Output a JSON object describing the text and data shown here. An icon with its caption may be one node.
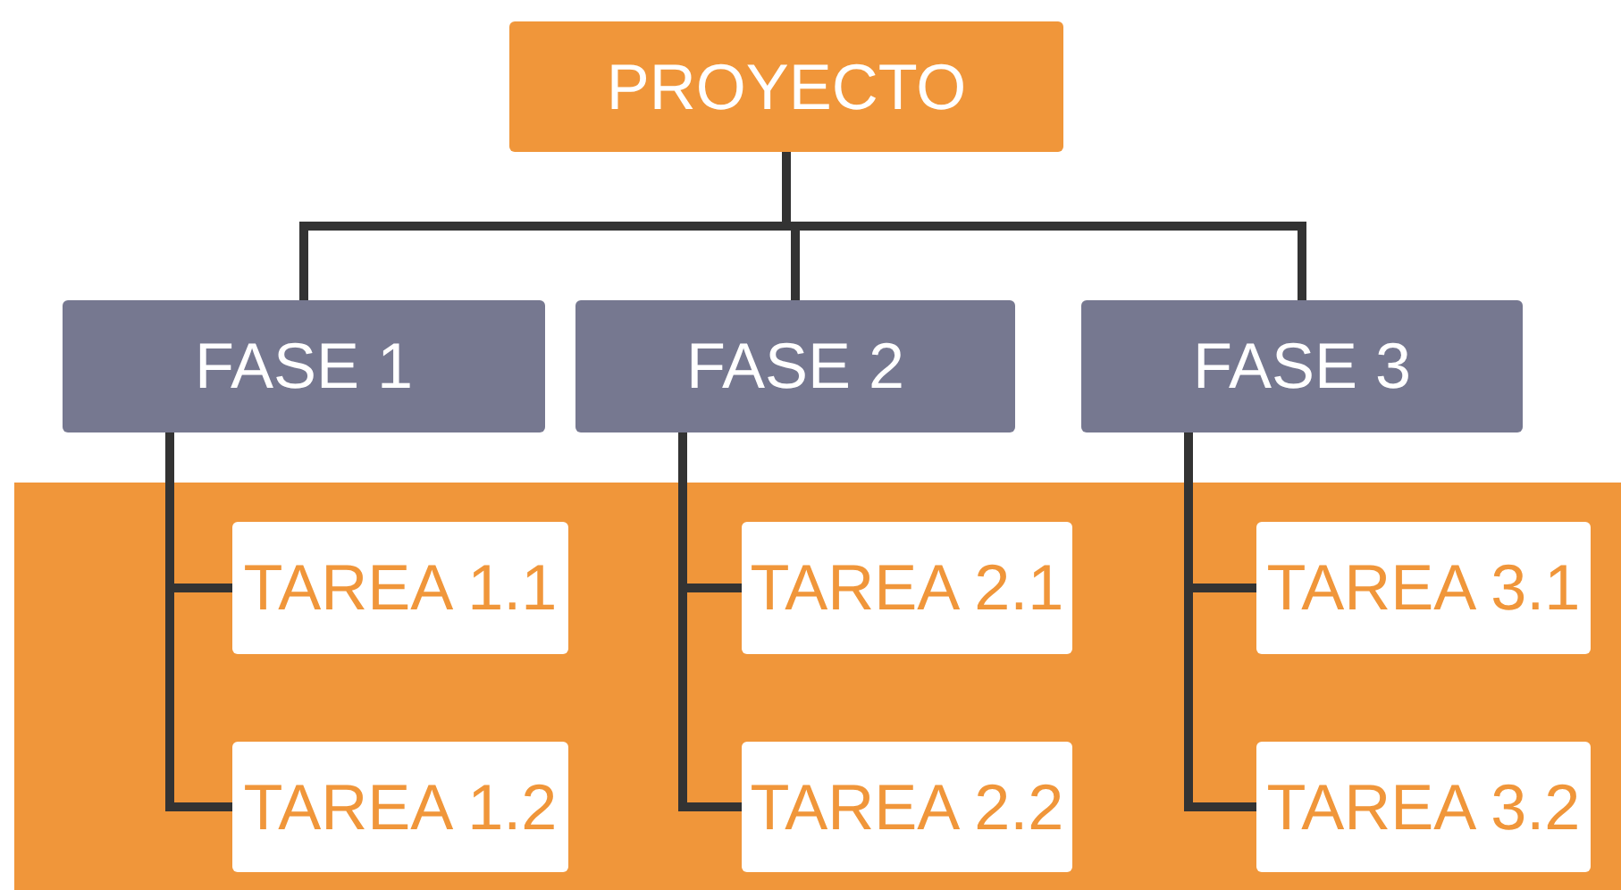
{
  "diagram": {
    "nodes": [
      {
        "text": [
          "PROYECTO"
        ]
      },
      {
        "text": [
          "FASE 1"
        ]
      },
      {
        "text": [
          "FASE 2"
        ]
      },
      {
        "text": [
          "FASE 3"
        ]
      },
      {
        "text": [
          "TAREA 1.1"
        ]
      },
      {
        "text": [
          "TAREA 1.2"
        ]
      },
      {
        "text": [
          "TAREA 2.1"
        ]
      },
      {
        "text": [
          "TAREA 2.2"
        ]
      },
      {
        "text": [
          "TAREA 3.1"
        ]
      },
      {
        "text": [
          "TAREA 3.2"
        ]
      }
    ],
    "edges": [
      {
        "from": 0,
        "to": 1,
        "arrow": "none"
      },
      {
        "from": 0,
        "to": 2,
        "arrow": "none"
      },
      {
        "from": 0,
        "to": 3,
        "arrow": "none"
      },
      {
        "from": 1,
        "to": 4,
        "arrow": "none"
      },
      {
        "from": 1,
        "to": 5,
        "arrow": "none"
      },
      {
        "from": 2,
        "to": 6,
        "arrow": "none"
      },
      {
        "from": 2,
        "to": 7,
        "arrow": "none"
      },
      {
        "from": 3,
        "to": 8,
        "arrow": "none"
      },
      {
        "from": 3,
        "to": 9,
        "arrow": "none"
      }
    ]
  }
}
